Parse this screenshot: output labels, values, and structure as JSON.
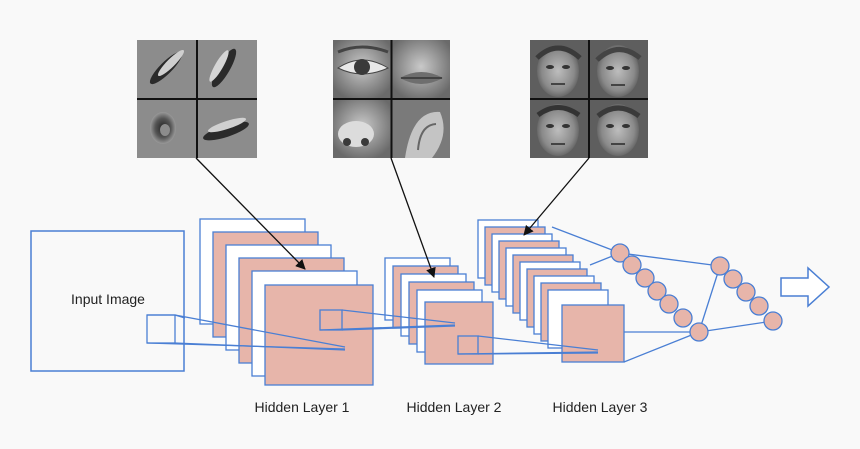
{
  "labels": {
    "input": "Input Image",
    "layer1": "Hidden Layer 1",
    "layer2": "Hidden Layer 2",
    "layer3": "Hidden Layer 3"
  },
  "feature_panels": [
    {
      "name": "edge-features",
      "tiles": [
        "diagonal-edge",
        "diagonal-edge",
        "blob",
        "diagonal-edge"
      ]
    },
    {
      "name": "facial-part-features",
      "tiles": [
        "eye",
        "lips",
        "nose",
        "ear"
      ]
    },
    {
      "name": "face-features",
      "tiles": [
        "face",
        "face",
        "face",
        "face"
      ]
    }
  ],
  "colors": {
    "stroke": "#4a7fd4",
    "fill": "#e7b5aa",
    "background": "#f9f9f9",
    "arrow": "#111111"
  },
  "icons": {
    "output": "right-arrow-icon"
  }
}
